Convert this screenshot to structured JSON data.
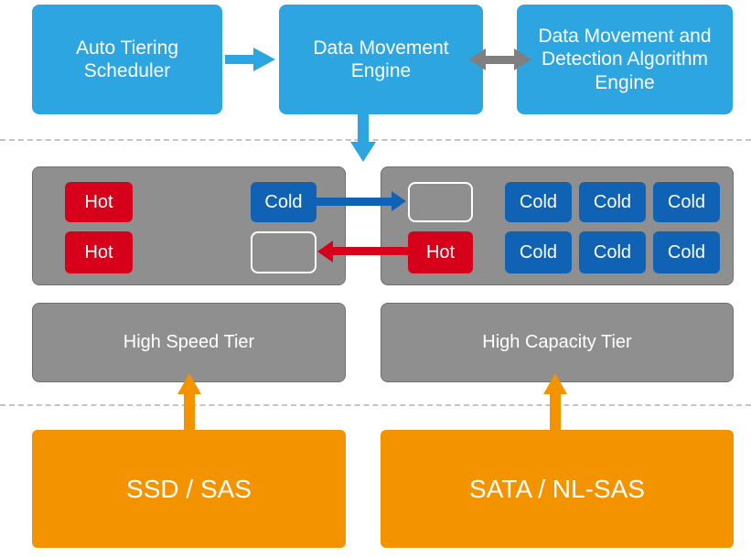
{
  "engines": {
    "scheduler": "Auto Tiering Scheduler",
    "movement": "Data Movement Engine",
    "detection": "Data Movement and Detection Algorithm Engine"
  },
  "fast_panel": {
    "hot_1": "Hot",
    "hot_2": "Hot",
    "cold_1": "Cold"
  },
  "capacity_panel": {
    "hot_1": "Hot",
    "cold": [
      "Cold",
      "Cold",
      "Cold",
      "Cold",
      "Cold",
      "Cold"
    ]
  },
  "tiers": {
    "high_speed": "High Speed Tier",
    "high_capacity": "High Capacity Tier"
  },
  "storage": {
    "ssd": "SSD / SAS",
    "sata": "SATA / NL-SAS"
  },
  "colors": {
    "engine_blue": "#2ca5e0",
    "hot_red": "#d7001a",
    "cold_blue": "#0f62b4",
    "panel_gray": "#8f8f8f",
    "storage_orange": "#f39300",
    "connector_gray": "#7f7f7f"
  }
}
